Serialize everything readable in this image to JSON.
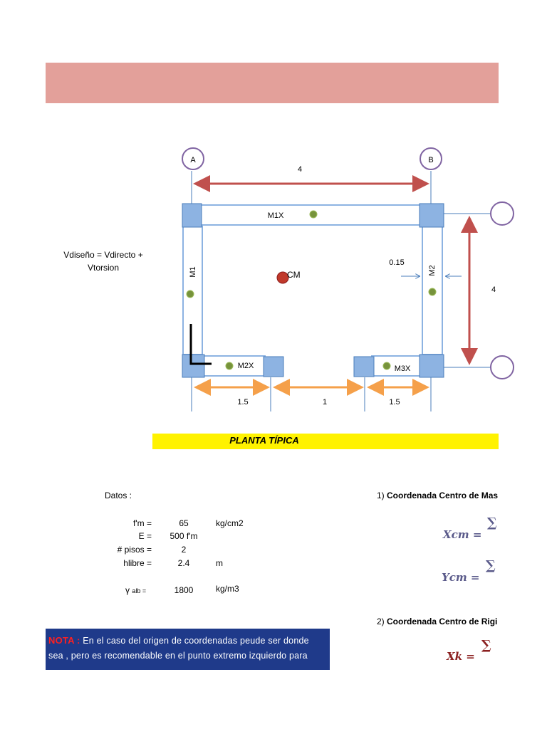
{
  "axes": {
    "a": "A",
    "b": "B"
  },
  "dimensions": {
    "top_span": "4",
    "right_span": "4",
    "wall_thickness": "0.15",
    "bottom_left": "1.5",
    "bottom_middle": "1",
    "bottom_right": "1.5"
  },
  "walls": {
    "m1x": "M1X",
    "m1": "M1",
    "m2": "M2",
    "m2x": "M2X",
    "m3x": "M3X"
  },
  "cm_label": "CM",
  "formula_left": {
    "line1": "Vdiseño = Vdirecto +",
    "line2": "Vtorsion"
  },
  "planta_title": "PLANTA TÍPICA",
  "datos": {
    "title": "Datos :",
    "rows": [
      {
        "label": "f'm =",
        "value": "65",
        "unit": "kg/cm2"
      },
      {
        "label": "E =",
        "value": "500 f'm",
        "unit": ""
      },
      {
        "label": "# pisos =",
        "value": "2",
        "unit": ""
      },
      {
        "label": "hlibre =",
        "value": "2.4",
        "unit": "m"
      }
    ],
    "gamma": {
      "symbol": "γ",
      "sub": "alb =",
      "value": "1800",
      "unit": "kg/m3"
    }
  },
  "section1": {
    "num": "1)",
    "title": "Coordenada Centro de Mas"
  },
  "section2": {
    "num": "2)",
    "title": "Coordenada Centro de Rigi"
  },
  "formulas": {
    "xcm": "Xcm =",
    "ycm": "Ycm =",
    "xk": "Xk =",
    "sum": "∑"
  },
  "nota": {
    "label": "NOTA :",
    "line1": " En el caso del origen de coordenadas peude ser donde",
    "line2": "sea , pero es recomendable en el punto extremo izquierdo para"
  },
  "colors": {
    "header": "#e3a09a",
    "dim_red": "#c0504d",
    "dim_orange": "#f5a04a",
    "wall_blue": "#8db3e2",
    "wall_border": "#4a7ebb",
    "axis_circle": "#8064a2",
    "point_green": "#77933c",
    "cm_red": "#c0392b",
    "nota_bg": "#1f3a8a",
    "yellow": "#fff200"
  }
}
